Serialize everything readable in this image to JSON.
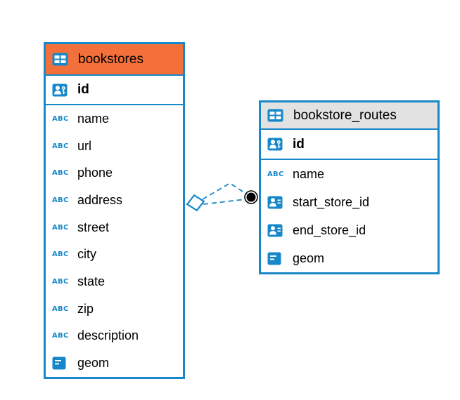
{
  "colors": {
    "accent_blue": "#1688c9",
    "bookstores_header": "#f4703a",
    "routes_header": "#e2e2e2",
    "row_text": "#000000",
    "relationship_line": "#1688c9",
    "relationship_dot": "#000000"
  },
  "icons": {
    "text_type_glyph": "ABC"
  },
  "tables": [
    {
      "title": "bookstores",
      "pk": {
        "name": "id",
        "icon": "primary-key-icon"
      },
      "fields": [
        {
          "name": "name",
          "icon": "text-type-icon"
        },
        {
          "name": "url",
          "icon": "text-type-icon"
        },
        {
          "name": "phone",
          "icon": "text-type-icon"
        },
        {
          "name": "address",
          "icon": "text-type-icon"
        },
        {
          "name": "street",
          "icon": "text-type-icon"
        },
        {
          "name": "city",
          "icon": "text-type-icon"
        },
        {
          "name": "state",
          "icon": "text-type-icon"
        },
        {
          "name": "zip",
          "icon": "text-type-icon"
        },
        {
          "name": "description",
          "icon": "text-type-icon"
        },
        {
          "name": "geom",
          "icon": "geometry-type-icon"
        }
      ]
    },
    {
      "title": "bookstore_routes",
      "pk": {
        "name": "id",
        "icon": "primary-key-icon"
      },
      "fields": [
        {
          "name": "name",
          "icon": "text-type-icon"
        },
        {
          "name": "start_store_id",
          "icon": "reference-type-icon"
        },
        {
          "name": "end_store_id",
          "icon": "reference-type-icon"
        },
        {
          "name": "geom",
          "icon": "geometry-type-icon"
        }
      ]
    }
  ],
  "relationship": {
    "from": "bookstores",
    "to": "bookstore_routes",
    "style": "dashed"
  }
}
